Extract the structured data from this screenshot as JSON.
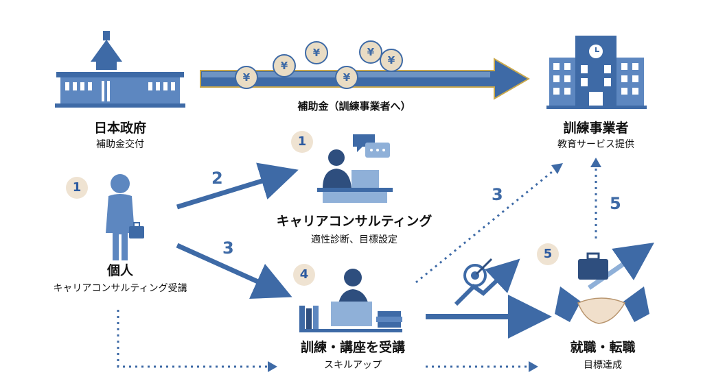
{
  "government": {
    "title": "日本政府",
    "sub": "補助金交付"
  },
  "subsidy_label": "補助金（訓練事業者へ）",
  "provider": {
    "title": "訓練事業者",
    "sub": "教育サービス提供"
  },
  "individual": {
    "title": "個人",
    "sub": "キャリアコンサルティング受講"
  },
  "consulting": {
    "title": "キャリアコンサルティング",
    "sub": "適性診断、目標設定",
    "badge": "1"
  },
  "training": {
    "title": "訓練・講座を受講",
    "sub": "スキルアップ",
    "badge": "4"
  },
  "employment": {
    "title": "就職・転職",
    "sub": "目標達成",
    "badge": "5"
  },
  "individual_badge": "1",
  "steps": {
    "to_consulting": "2",
    "to_training": "3",
    "to_provider_dotted": "3",
    "employment_to_provider": "5"
  },
  "coin_symbol": "¥",
  "colors": {
    "primary": "#3e6aa6",
    "light": "#8fb0d8",
    "badge_bg": "#efe3d2",
    "gold": "#c9a84c"
  }
}
